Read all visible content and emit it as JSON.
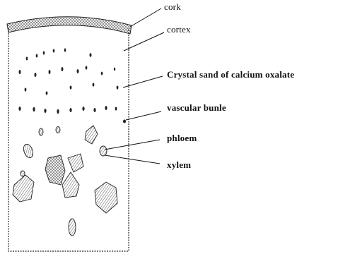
{
  "labels": {
    "cork": "cork",
    "cortex": "cortex",
    "crystal": "Crystal sand of calcium oxalate",
    "vascular": "vascular bunle",
    "phloem": "phloem",
    "xylem": "xylem"
  },
  "colors": {
    "ink": "#111111",
    "hatch": "#555555"
  }
}
